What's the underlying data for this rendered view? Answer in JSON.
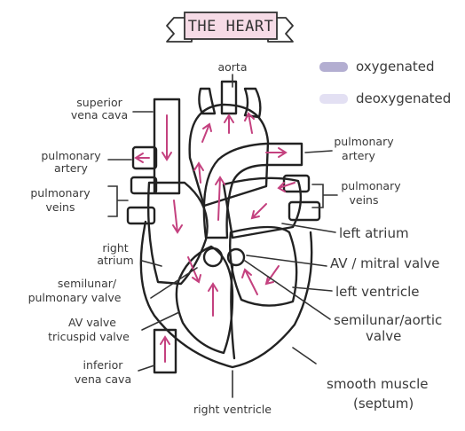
{
  "title": "THE HEART",
  "legend": [
    {
      "label": "oxygenated",
      "color": "#b3aed1"
    },
    {
      "label": "deoxygenated",
      "color": "#e3e0f3"
    }
  ],
  "labels": {
    "aorta": "aorta",
    "svc_1": "superior",
    "svc_2": "vena cava",
    "pa_left_1": "pulmonary",
    "pa_left_2": "artery",
    "pv_left_1": "pulmonary",
    "pv_left_2": "veins",
    "ra_1": "right",
    "ra_2": "atrium",
    "sv_1": "semilunar/",
    "sv_2": "pulmonary valve",
    "av_1": "AV valve",
    "av_2": "tricuspid valve",
    "ivc_1": "inferior",
    "ivc_2": "vena cava",
    "rv": "right ventricle",
    "pa_right_1": "pulmonary",
    "pa_right_2": "artery",
    "pv_right_1": "pulmonary",
    "pv_right_2": "veins",
    "la": "left atrium",
    "mitral": "AV / mitral valve",
    "lv": "left ventricle",
    "aortic_1": "semilunar/aortic",
    "aortic_2": "valve",
    "muscle_1": "smooth muscle",
    "muscle_2": "(septum)"
  },
  "colors": {
    "oxygenated": "#b3aed1",
    "deoxygenated": "#e3e0f3",
    "arrow": "#c4417f",
    "banner_fill": "#f6dbe6",
    "outline": "#222222"
  }
}
